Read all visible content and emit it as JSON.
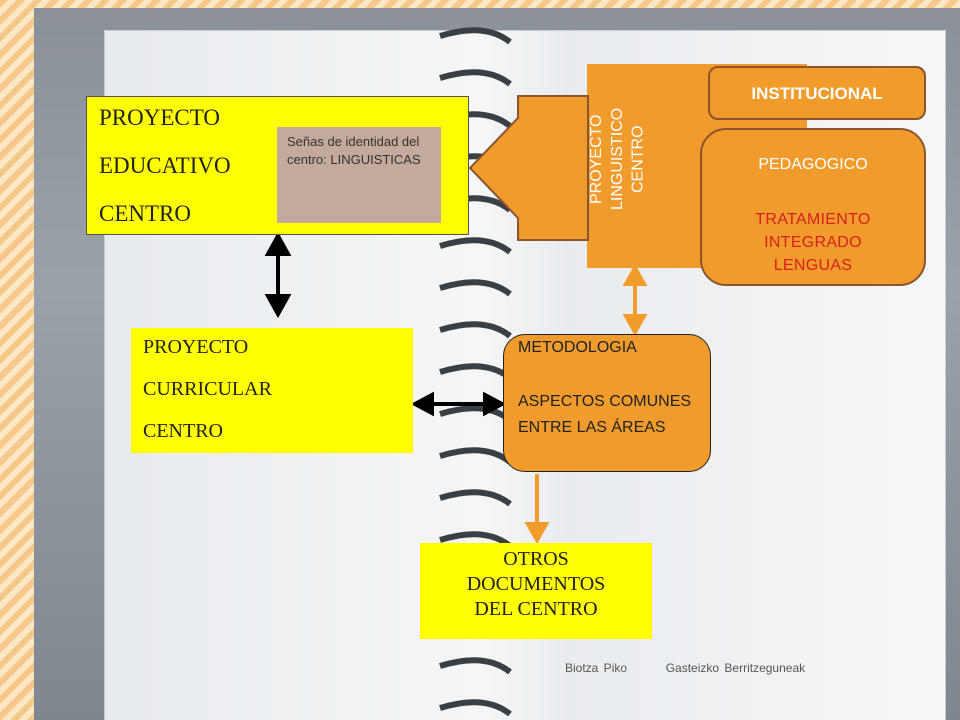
{
  "proyecto_educativo": {
    "lines": [
      "PROYECTO",
      "EDUCATIVO",
      "CENTRO"
    ]
  },
  "senas": {
    "text": "Señas de identidad del centro: LINGUISTICAS"
  },
  "proyecto_linguistico": {
    "lines": [
      "PROYECTO",
      "LINGUISTICO",
      "CENTRO"
    ]
  },
  "institucional": {
    "label": "INSTITUCIONAL"
  },
  "pedagogico": {
    "title": "PEDAGOGICO",
    "red_lines": [
      "TRATAMIENTO",
      "INTEGRADO",
      "LENGUAS"
    ]
  },
  "proyecto_curricular": {
    "lines": [
      "PROYECTO",
      "CURRICULAR",
      "CENTRO"
    ]
  },
  "metodologia": {
    "lines": [
      "METODOLOGIA",
      "ASPECTOS COMUNES",
      "ENTRE LAS ÁREAS"
    ]
  },
  "otros": {
    "lines": [
      "OTROS",
      "DOCUMENTOS",
      "DEL CENTRO"
    ]
  },
  "footer": {
    "left": "Biotza Piko",
    "right": "Gasteizko Berritzeguneak"
  },
  "colors": {
    "yellow": "#ffff00",
    "orange": "#f09b2b",
    "red_text": "#d82020",
    "arrow_black": "#000000",
    "arrow_orange": "#f09b2b"
  }
}
